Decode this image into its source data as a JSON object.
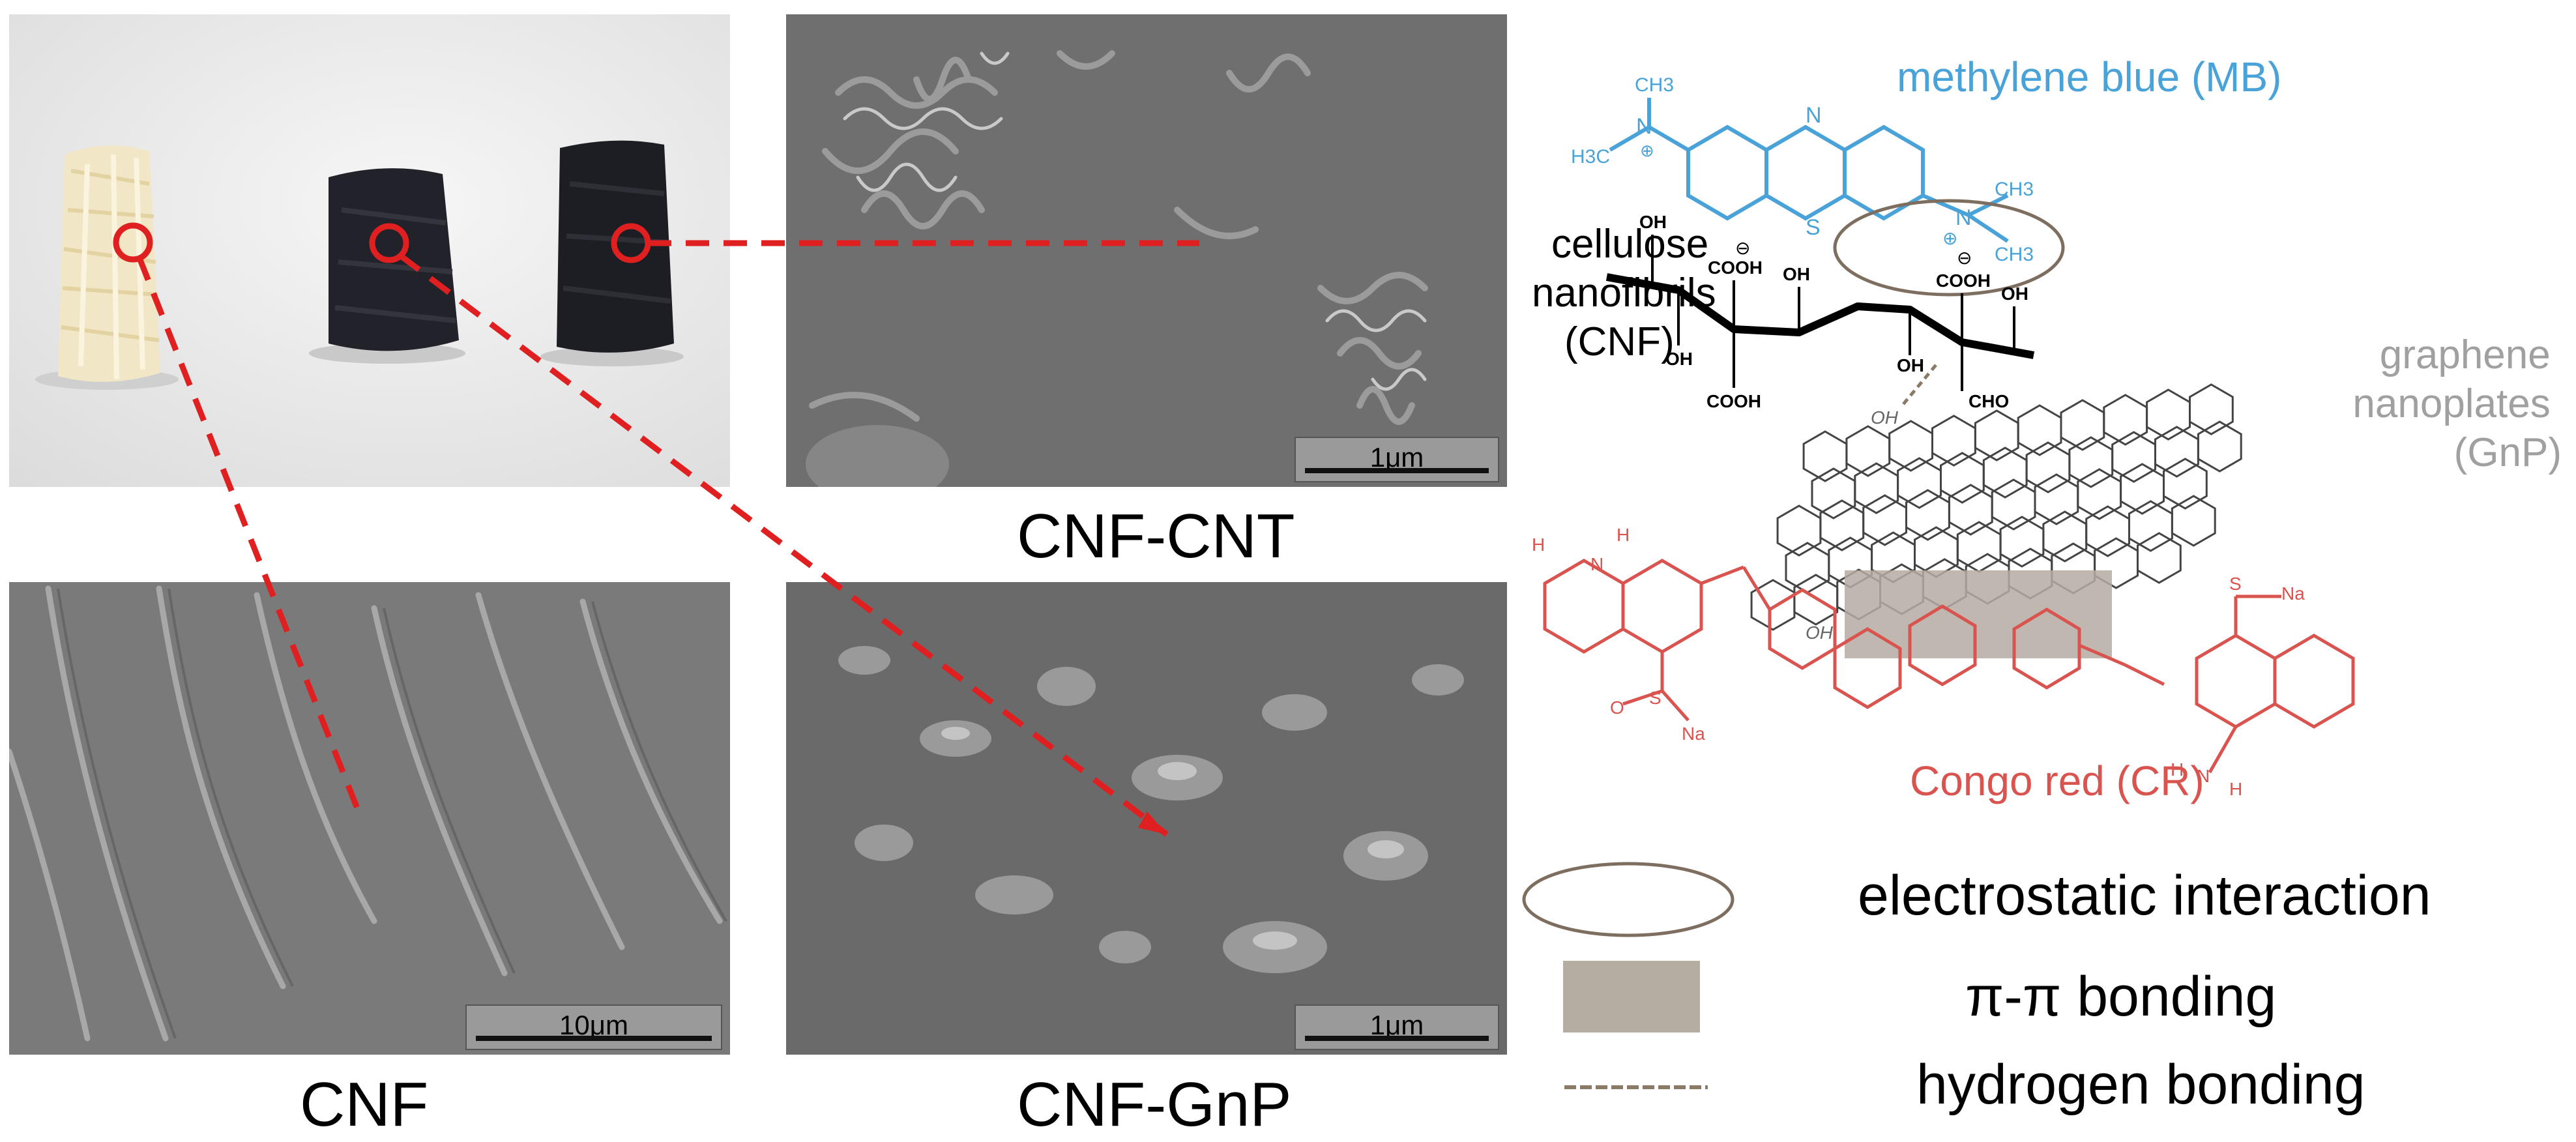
{
  "photo": {
    "samples": [
      "CNF",
      "CNF-CNT",
      "CNF-GnP"
    ]
  },
  "sem_panels": {
    "cnt": {
      "caption": "CNF-CNT",
      "scale": "1μm"
    },
    "cnf": {
      "caption": "CNF",
      "scale": "10μm"
    },
    "gnp": {
      "caption": "CNF-GnP",
      "scale": "1μm"
    }
  },
  "schematic": {
    "mb_label": "methylene blue (MB)",
    "cnf_label": [
      "cellulose",
      "nanofibrils",
      "(CNF)"
    ],
    "gnp_label": [
      "graphene",
      "nanoplates",
      "(GnP)"
    ],
    "cr_label": "Congo red (CR)",
    "groups": {
      "oh": "OH",
      "cooh": "COOH",
      "cho": "CHO",
      "ch3": "CH3",
      "h3c": "H3C",
      "n": "N",
      "s": "S",
      "na": "Na",
      "h": "H",
      "o": "O",
      "minus": "⊖",
      "plus": "⊕"
    },
    "colors": {
      "mb": "#4aa3d8",
      "cr": "#d9534f",
      "gnp": "#a0a0a0",
      "cnf": "#000000"
    }
  },
  "legend": {
    "items": [
      {
        "symbol": "ellipse",
        "label": "electrostatic interaction"
      },
      {
        "symbol": "rectangle",
        "label": "π-π bonding"
      },
      {
        "symbol": "dashed-line",
        "label": "hydrogen bonding"
      }
    ]
  },
  "colors": {
    "pointer": "#e02020",
    "pi_box": "#b5aca2",
    "hbond": "#8a7a66"
  }
}
